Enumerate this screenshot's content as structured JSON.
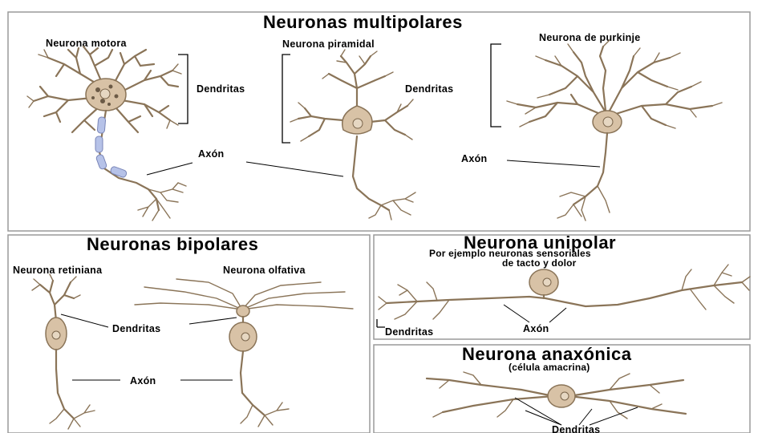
{
  "titles": {
    "multipolar": "Neuronas multipolares",
    "bipolar": "Neuronas bipolares",
    "unipolar": "Neurona unipolar",
    "anaxonica": "Neurona anaxónica"
  },
  "labels": {
    "motora": "Neurona motora",
    "piramidal": "Neurona piramidal",
    "purkinje": "Neurona de purkinje",
    "dendritas": "Dendritas",
    "axon": "Axón",
    "retiniana": "Neurona retiniana",
    "olfativa": "Neurona olfativa",
    "unipolar_sub1": "Por ejemplo neuronas sensoriales",
    "unipolar_sub2": "de tacto y dolor",
    "anaxonica_sub": "(célula amacrina)"
  },
  "colors": {
    "dendrite": "#8a7458",
    "cell_body": "#d8c2a6",
    "myelin": "#b6c2e8",
    "panel_border": "#9a9a9a"
  }
}
